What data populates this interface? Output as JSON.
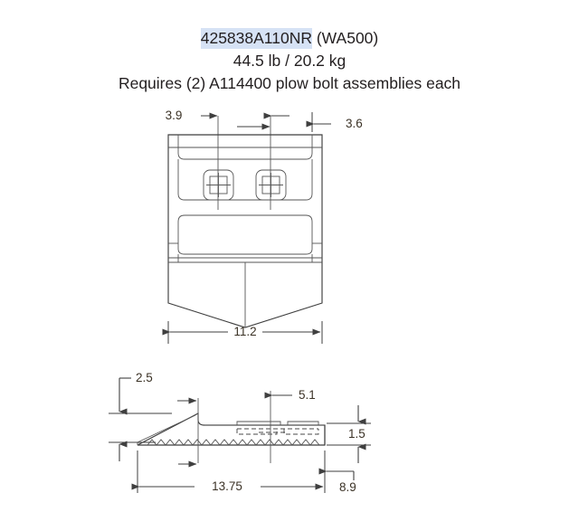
{
  "header": {
    "part_number": "425838A110NR",
    "part_suffix": " (WA500)",
    "weight": "44.5 lb / 20.2 kg",
    "requirement": "Requires (2) A114400 plow bolt assemblies each",
    "highlight_color": "#d6e2f5"
  },
  "drawing_top": {
    "name": "front-view",
    "dimensions": {
      "left_offset": "3.9",
      "right_offset": "3.6",
      "overall_width": "11.2"
    }
  },
  "drawing_side": {
    "name": "side-profile-view",
    "dimensions": {
      "tip_height": "2.5",
      "bolt_spacing": "5.1",
      "body_thickness": "1.5",
      "overall_length": "13.75",
      "rear_length": "8.9"
    }
  },
  "colors": {
    "line": "#3f3f3f",
    "dim_text": "#3b3226",
    "background": "#ffffff"
  }
}
